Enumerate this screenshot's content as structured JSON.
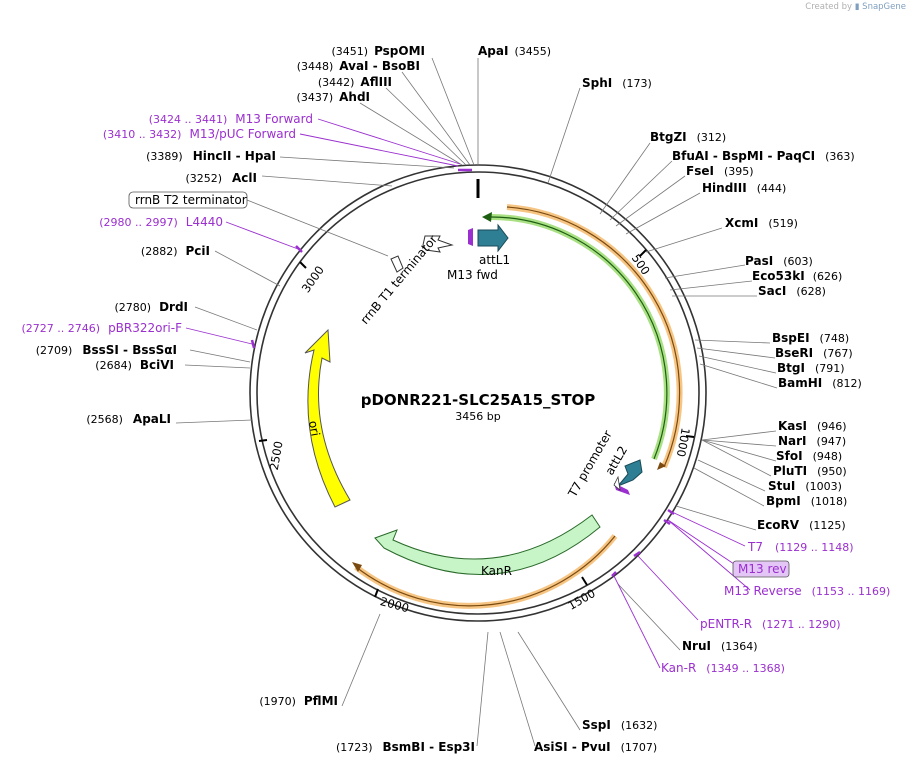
{
  "watermark": {
    "created_by": "Created by",
    "brand": "SnapGene"
  },
  "plasmid": {
    "name": "pDONR221-SLC25A15_STOP",
    "size": "3456 bp"
  },
  "ticks": [
    "500",
    "1000",
    "1500",
    "2000",
    "2500",
    "3000"
  ],
  "enzymes": [
    {
      "name": "PspOMI",
      "pos": "(3451)"
    },
    {
      "name": "ApaI",
      "pos": "(3455)"
    },
    {
      "name": "AvaI - BsoBI",
      "pos": "(3448)"
    },
    {
      "name": "AflIII",
      "pos": "(3442)"
    },
    {
      "name": "AhdI",
      "pos": "(3437)"
    },
    {
      "name": "SphI",
      "pos": "(173)"
    },
    {
      "name": "BtgZI",
      "pos": "(312)"
    },
    {
      "name": "BfuAI - BspMI - PaqCI",
      "pos": "(363)"
    },
    {
      "name": "FseI",
      "pos": "(395)"
    },
    {
      "name": "HindIII",
      "pos": "(444)"
    },
    {
      "name": "XcmI",
      "pos": "(519)"
    },
    {
      "name": "PasI",
      "pos": "(603)"
    },
    {
      "name": "Eco53kI",
      "pos": "(626)"
    },
    {
      "name": "SacI",
      "pos": "(628)"
    },
    {
      "name": "BspEI",
      "pos": "(748)"
    },
    {
      "name": "BseRI",
      "pos": "(767)"
    },
    {
      "name": "BtgI",
      "pos": "(791)"
    },
    {
      "name": "BamHI",
      "pos": "(812)"
    },
    {
      "name": "KasI",
      "pos": "(946)"
    },
    {
      "name": "NarI",
      "pos": "(947)"
    },
    {
      "name": "SfoI",
      "pos": "(948)"
    },
    {
      "name": "PluTI",
      "pos": "(950)"
    },
    {
      "name": "StuI",
      "pos": "(1003)"
    },
    {
      "name": "BpmI",
      "pos": "(1018)"
    },
    {
      "name": "EcoRV",
      "pos": "(1125)"
    },
    {
      "name": "NruI",
      "pos": "(1364)"
    },
    {
      "name": "SspI",
      "pos": "(1632)"
    },
    {
      "name": "AsiSI - PvuI",
      "pos": "(1707)"
    },
    {
      "name": "BsmBI - Esp3I",
      "pos": "(1723)"
    },
    {
      "name": "PflMI",
      "pos": "(1970)"
    },
    {
      "name": "ApaLI",
      "pos": "(2568)"
    },
    {
      "name": "BciVI",
      "pos": "(2684)"
    },
    {
      "name": "BssSI - BssSαI",
      "pos": "(2709)"
    },
    {
      "name": "DrdI",
      "pos": "(2780)"
    },
    {
      "name": "PciI",
      "pos": "(2882)"
    },
    {
      "name": "AclI",
      "pos": "(3252)"
    },
    {
      "name": "HincII - HpaI",
      "pos": "(3389)"
    }
  ],
  "primers": [
    {
      "name": "M13 Forward",
      "range": "(3424 .. 3441)"
    },
    {
      "name": "M13/pUC Forward",
      "range": "(3410 .. 3432)"
    },
    {
      "name": "L4440",
      "range": "(2980 .. 2997)"
    },
    {
      "name": "pBR322ori-F",
      "range": "(2727 .. 2746)"
    },
    {
      "name": "T7",
      "range": "(1129 .. 1148)"
    },
    {
      "name": "M13 rev",
      "range": ""
    },
    {
      "name": "M13 Reverse",
      "range": "(1153 .. 1169)"
    },
    {
      "name": "pENTR-R",
      "range": "(1271 .. 1290)"
    },
    {
      "name": "Kan-R",
      "range": "(1349 .. 1368)"
    }
  ],
  "features": {
    "rrnB_T2": "rrnB T2 terminator",
    "rrnB_T1": "rrnB T1 terminator",
    "M13_fwd": "M13 fwd",
    "attL1": "attL1",
    "T7_promoter": "T7 promoter",
    "attL2": "attL2",
    "ori": "ori",
    "KanR": "KanR"
  },
  "colors": {
    "primer": "#9b2fcf",
    "att": "#2f7f94",
    "ori": "#ffff00",
    "kanr": "#c8f5c8",
    "orange_band": "#f3b25a",
    "green_band": "#7ac943"
  }
}
